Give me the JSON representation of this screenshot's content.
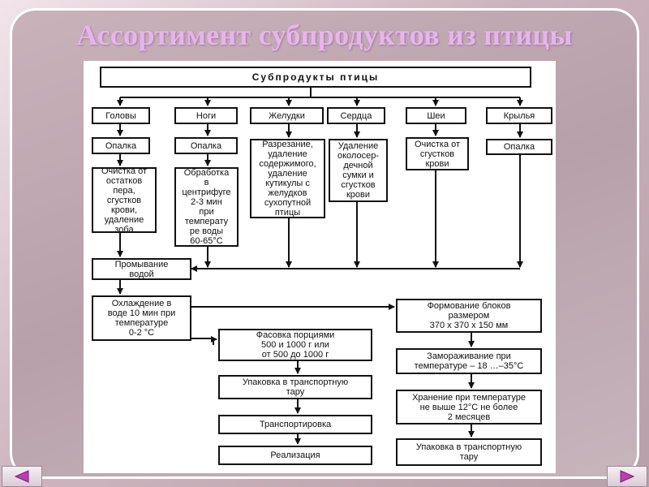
{
  "slide": {
    "title": "Ассортимент субпродуктов из птицы"
  },
  "diagram": {
    "header": "Субпродукты птицы",
    "categories": [
      "Головы",
      "Ноги",
      "Желудки",
      "Сердца",
      "Шеи",
      "Крылья"
    ],
    "process_steps": {
      "heads_singe": "Опалка",
      "legs_singe": "Опалка",
      "heads_clean": "Очистка от\nостатков\nпера,\nсгустков\nкрови,\nудаление\nзоба",
      "legs_process": "Обработка\nв\nцентрифуге\n2-3 мин\nпри\nтемперату\nре воды\n60-65°С",
      "gizzards_process": "Разрезание,\nудаление\nсодержимого,\nудаление\nкутикулы с\nжелудков\nсухопутной\nптицы",
      "hearts_process": "Удаление\nоколосер-\nдечной\nсумки и\nсгустков\nкрови",
      "necks_process": "Очистка от\nсгустков\nкрови",
      "wings_singe": "Опалка",
      "wash": "Промывание\nводой",
      "cool": "Охлаждение в\nводе 10 мин при\nтемпературе\n0-2 °С",
      "portion": "Фасовка порциями\n500 и 1000 г или\nот 500 до 1000 г",
      "pack_left": "Упаковка в транспортную\nтару",
      "transport": "Транспортировка",
      "sale": "Реализация",
      "block_form": "Формование блоков\nразмером\n370 х 370 х 150 мм",
      "freeze": "Замораживание при\nтемпературе – 18 …–35°С",
      "storage": "Хранение при температуре\nне выше 12°С  не более\n2 месяцев",
      "pack_right": "Упаковка в транспортную\nтару"
    }
  },
  "navigation": {
    "prev_icon": "left-arrow-icon",
    "next_icon": "right-arrow-icon"
  },
  "colors": {
    "title": "#e7b4ee",
    "nav_arrow": "#c03bb8"
  }
}
